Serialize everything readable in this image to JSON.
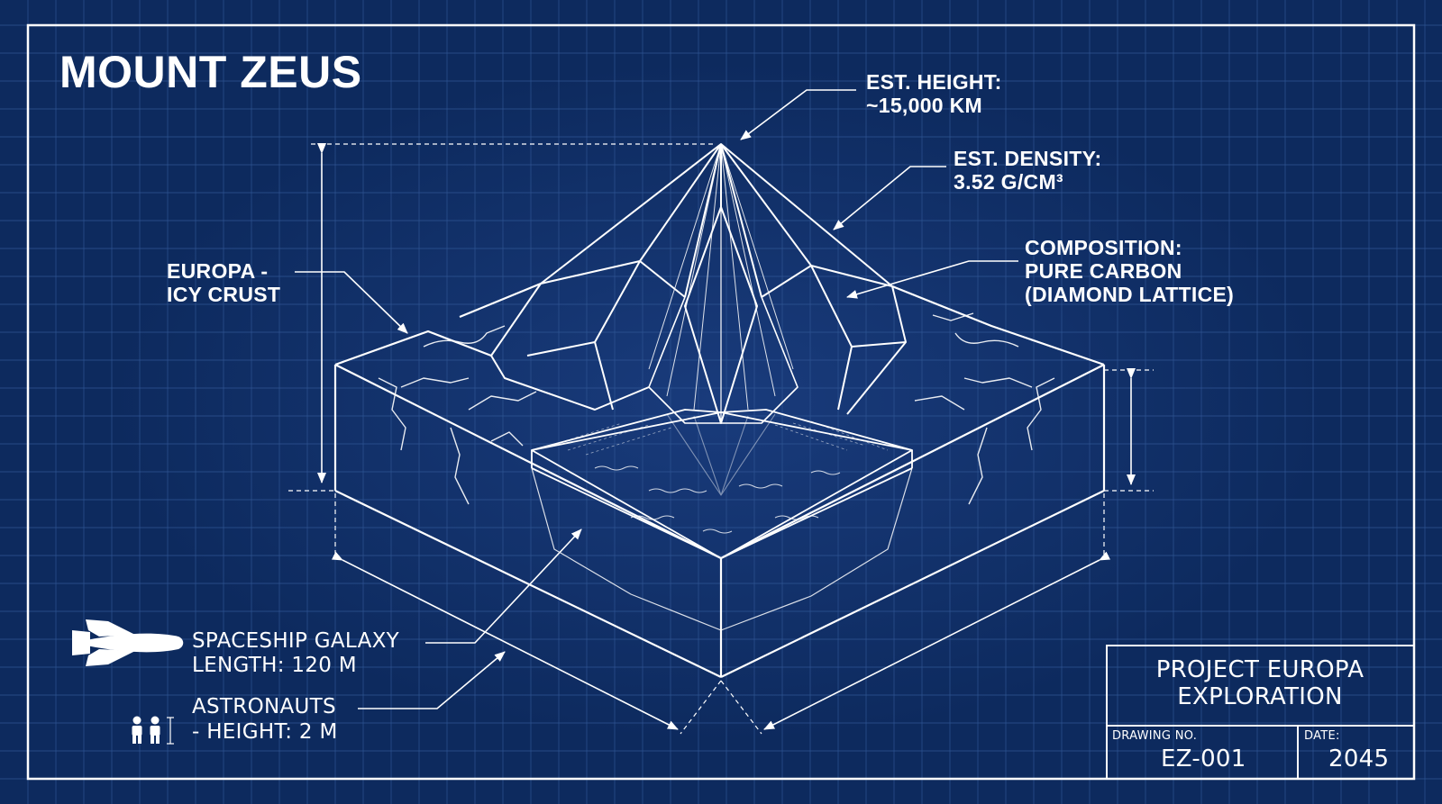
{
  "title": "MOUNT ZEUS",
  "annotations": {
    "height": {
      "label": "EST. HEIGHT:",
      "value": "~15,000 KM"
    },
    "density": {
      "label": "EST. DENSITY:",
      "value": "3.52 G/CM³"
    },
    "composition": {
      "label": "COMPOSITION:",
      "line2": "PURE CARBON",
      "line3": "(DIAMOND LATTICE)"
    },
    "europa": {
      "line1": "EUROPA -",
      "line2": "ICY CRUST"
    },
    "spaceship": {
      "line1": "SPACESHIP GALAXY",
      "line2": "LENGTH: 120 M"
    },
    "astronauts": {
      "line1": "ASTRONAUTS",
      "line2": "- HEIGHT: 2 M"
    }
  },
  "title_block": {
    "project_line1": "PROJECT EUROPA",
    "project_line2": "EXPLORATION",
    "drawing_no_label": "DRAWING NO.",
    "drawing_no": "EZ-001",
    "date_label": "DATE:",
    "date": "2045"
  },
  "colors": {
    "background": "#0d2a5e",
    "grid": "#2f5594",
    "line": "#ffffff"
  },
  "icons": [
    "spaceship-icon",
    "astronaut-icon"
  ]
}
